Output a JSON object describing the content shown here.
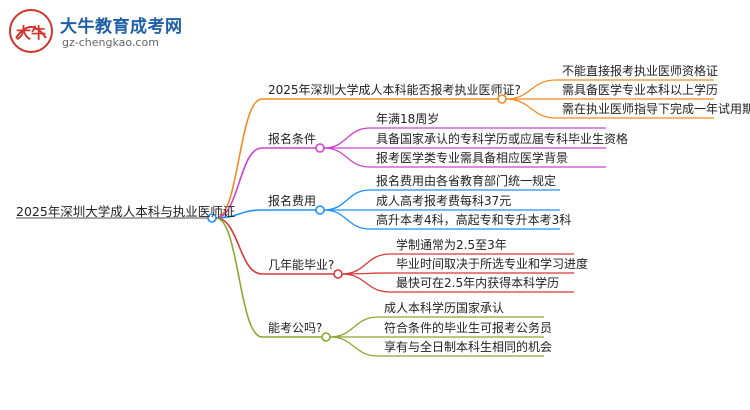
{
  "brand": {
    "name": "大牛教育成考网",
    "url": "gz-chengkao.com",
    "mark_text": "大牛",
    "colors": {
      "title": "#1f5fa8",
      "mark_red": "#d0342c"
    }
  },
  "mindmap": {
    "root": "2025年深圳大学成人本科与执业医师证",
    "branches": [
      {
        "label": "2025年深圳大学成人本科能否报考执业医师证?",
        "color": "#f08a24",
        "children": [
          "不能直接报考执业医师资格证",
          "需具备医学专业本科以上学历",
          "需在执业医师指导下完成一年试用期"
        ]
      },
      {
        "label": "报名条件",
        "color": "#cc44cc",
        "children": [
          "年满18周岁",
          "具备国家承认的专科学历或应届专科毕业生资格",
          "报考医学类专业需具备相应医学背景"
        ]
      },
      {
        "label": "报名费用",
        "color": "#1e90ff",
        "children": [
          "报名费用由各省教育部门统一规定",
          "成人高考报考费每科37元",
          "高升本考4科，高起专和专升本考3科"
        ]
      },
      {
        "label": "几年能毕业?",
        "color": "#d93838",
        "children": [
          "学制通常为2.5至3年",
          "毕业时间取决于所选专业和学习进度",
          "最快可在2.5年内获得本科学历"
        ]
      },
      {
        "label": "能考公吗?",
        "color": "#8aa832",
        "children": [
          "成人本科学历国家承认",
          "符合条件的毕业生可报考公务员",
          "享有与全日制本科生相同的机会"
        ]
      }
    ],
    "root_line_color": "#8a8a8a"
  }
}
